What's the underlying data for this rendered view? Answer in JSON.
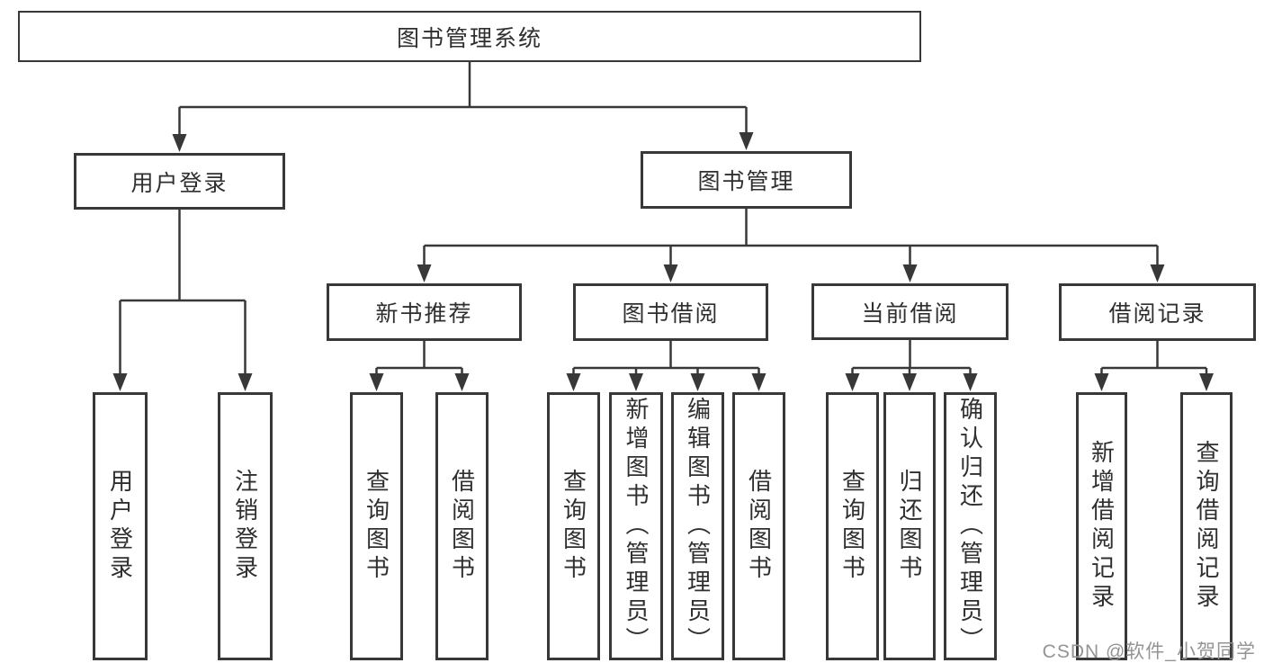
{
  "style": {
    "line_color": "#383838",
    "text_color": "#2f2f2f",
    "box_fill": "#ffffff",
    "background": "#ffffff",
    "watermark_color": "#949494"
  },
  "tree": {
    "root": {
      "label": "图书管理系统"
    },
    "branches": [
      {
        "label": "用户登录",
        "leaves": [
          {
            "label": "用户登录"
          },
          {
            "label": "注销登录"
          }
        ]
      },
      {
        "label": "图书管理",
        "sections": [
          {
            "label": "新书推荐",
            "leaves": [
              {
                "label": "查询图书"
              },
              {
                "label": "借阅图书"
              }
            ]
          },
          {
            "label": "图书借阅",
            "leaves": [
              {
                "label": "查询图书"
              },
              {
                "label": "新增图书（管理员）"
              },
              {
                "label": "编辑图书（管理员）"
              },
              {
                "label": "借阅图书"
              }
            ]
          },
          {
            "label": "当前借阅",
            "leaves": [
              {
                "label": "查询图书"
              },
              {
                "label": "归还图书"
              },
              {
                "label": "确认归还（管理员）"
              }
            ]
          },
          {
            "label": "借阅记录",
            "leaves": [
              {
                "label": "新增借阅记录"
              },
              {
                "label": "查询借阅记录"
              }
            ]
          }
        ]
      }
    ]
  },
  "watermark": {
    "text": "CSDN @软件_小贺同学"
  }
}
